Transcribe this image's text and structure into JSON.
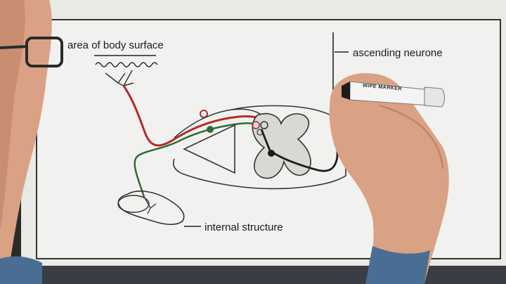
{
  "labels": {
    "body_surface": "area of body surface",
    "ascending": "ascending neurone",
    "internal": "internal structure",
    "marker": "WIPE MARKER"
  },
  "colors": {
    "background": "#2a2a2a",
    "board": "#eeeeec",
    "ink": "#1b1b1b",
    "red_neurone": "#b52a2a",
    "green_neurone": "#2f6a3a",
    "skin": "#d9a285",
    "shirt": "#4a6e93"
  }
}
